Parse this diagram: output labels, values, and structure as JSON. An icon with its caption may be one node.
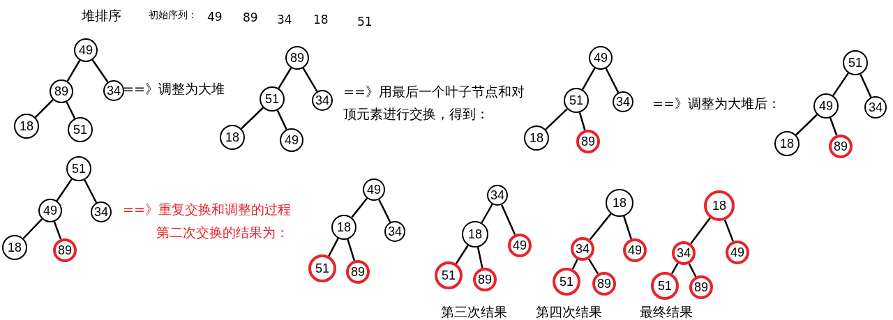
{
  "diagram": {
    "title": "堆排序",
    "nodes": [
      {
        "text": [
          "49"
        ]
      },
      {
        "text": [
          "89"
        ]
      },
      {
        "text": [
          "34"
        ]
      },
      {
        "text": [
          "18"
        ]
      },
      {
        "text": [
          "51"
        ]
      },
      {
        "text": [
          "89"
        ]
      },
      {
        "text": [
          "51"
        ]
      },
      {
        "text": [
          "34"
        ]
      },
      {
        "text": [
          "18"
        ]
      },
      {
        "text": [
          "49"
        ]
      },
      {
        "text": [
          "49"
        ]
      },
      {
        "text": [
          "51"
        ]
      },
      {
        "text": [
          "34"
        ]
      },
      {
        "text": [
          "18"
        ]
      },
      {
        "text": [
          "89"
        ]
      },
      {
        "text": [
          "51"
        ]
      },
      {
        "text": [
          "49"
        ]
      },
      {
        "text": [
          "34"
        ]
      },
      {
        "text": [
          "18"
        ]
      },
      {
        "text": [
          "89"
        ]
      },
      {
        "text": [
          "51"
        ]
      },
      {
        "text": [
          "49"
        ]
      },
      {
        "text": [
          "34"
        ]
      },
      {
        "text": [
          "18"
        ]
      },
      {
        "text": [
          "89"
        ]
      },
      {
        "text": [
          "49"
        ]
      },
      {
        "text": [
          "18"
        ]
      },
      {
        "text": [
          "34"
        ]
      },
      {
        "text": [
          "51"
        ]
      },
      {
        "text": [
          "89"
        ]
      },
      {
        "text": [
          "34"
        ]
      },
      {
        "text": [
          "18"
        ]
      },
      {
        "text": [
          "49"
        ]
      },
      {
        "text": [
          "51"
        ]
      },
      {
        "text": [
          "89"
        ]
      },
      {
        "text": [
          "18"
        ]
      },
      {
        "text": [
          "34"
        ]
      },
      {
        "text": [
          "49"
        ]
      },
      {
        "text": [
          "51"
        ]
      },
      {
        "text": [
          "89"
        ]
      },
      {
        "text": [
          "18"
        ]
      },
      {
        "text": [
          "34"
        ]
      },
      {
        "text": [
          "49"
        ]
      },
      {
        "text": [
          "51"
        ]
      },
      {
        "text": [
          "89"
        ]
      }
    ],
    "edges": [
      {
        "from": 0,
        "to": 1,
        "arrow": "none"
      },
      {
        "from": 0,
        "to": 2,
        "arrow": "none"
      },
      {
        "from": 1,
        "to": 3,
        "arrow": "none"
      },
      {
        "from": 1,
        "to": 4,
        "arrow": "none"
      },
      {
        "from": 5,
        "to": 6,
        "arrow": "none"
      },
      {
        "from": 5,
        "to": 7,
        "arrow": "none"
      },
      {
        "from": 6,
        "to": 8,
        "arrow": "none"
      },
      {
        "from": 6,
        "to": 9,
        "arrow": "none"
      },
      {
        "from": 10,
        "to": 11,
        "arrow": "none"
      },
      {
        "from": 10,
        "to": 12,
        "arrow": "none"
      },
      {
        "from": 11,
        "to": 13,
        "arrow": "none"
      },
      {
        "from": 11,
        "to": 14,
        "arrow": "none"
      },
      {
        "from": 15,
        "to": 16,
        "arrow": "none"
      },
      {
        "from": 15,
        "to": 17,
        "arrow": "none"
      },
      {
        "from": 16,
        "to": 18,
        "arrow": "none"
      },
      {
        "from": 16,
        "to": 19,
        "arrow": "none"
      },
      {
        "from": 20,
        "to": 21,
        "arrow": "none"
      },
      {
        "from": 20,
        "to": 22,
        "arrow": "none"
      },
      {
        "from": 21,
        "to": 23,
        "arrow": "none"
      },
      {
        "from": 21,
        "to": 24,
        "arrow": "none"
      },
      {
        "from": 25,
        "to": 26,
        "arrow": "none"
      },
      {
        "from": 25,
        "to": 27,
        "arrow": "none"
      },
      {
        "from": 26,
        "to": 28,
        "arrow": "none"
      },
      {
        "from": 26,
        "to": 29,
        "arrow": "none"
      },
      {
        "from": 30,
        "to": 31,
        "arrow": "none"
      },
      {
        "from": 30,
        "to": 32,
        "arrow": "none"
      },
      {
        "from": 31,
        "to": 33,
        "arrow": "none"
      },
      {
        "from": 31,
        "to": 34,
        "arrow": "none"
      },
      {
        "from": 35,
        "to": 36,
        "arrow": "none"
      },
      {
        "from": 35,
        "to": 37,
        "arrow": "none"
      },
      {
        "from": 36,
        "to": 38,
        "arrow": "none"
      },
      {
        "from": 36,
        "to": 39,
        "arrow": "none"
      },
      {
        "from": 40,
        "to": 41,
        "arrow": "none"
      },
      {
        "from": 40,
        "to": 42,
        "arrow": "none"
      },
      {
        "from": 41,
        "to": 43,
        "arrow": "none"
      },
      {
        "from": 41,
        "to": 44,
        "arrow": "none"
      }
    ],
    "labels": [
      "初始序列：",
      "49",
      "89",
      "34",
      "18",
      "51",
      "==》调整为大堆",
      "==》用最后一个叶子节点和对顶元素进行交换，得到：",
      "==》调整为大堆后：",
      "==》重复交换和调整的过程",
      "第二次交换的结果为：",
      "第三次结果",
      "第四次结果",
      "最终结果"
    ]
  }
}
